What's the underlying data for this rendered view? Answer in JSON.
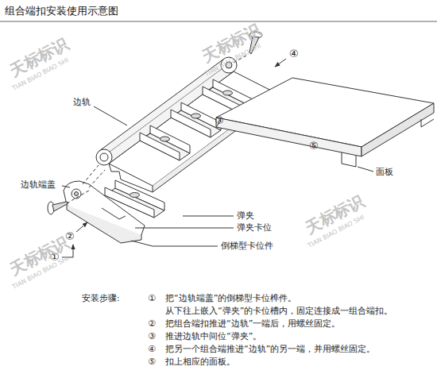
{
  "diagram": {
    "title": "组合端扣安装使用示意图",
    "labels": [
      "④",
      "边轨",
      "③",
      "⑤",
      "面板",
      "边轨端盖",
      "弹夹",
      "弹夹卡位",
      "倒梯型卡位件",
      "②",
      "①",
      "安装步骤:",
      "①",
      "把“边轨端盖”的倒梯型卡位榫件。",
      "从下往上嵌入“弹夹”的卡位槽内，固定连接成一组合端扣。",
      "②",
      "把组合端扣推进“边轨”一端后，用螺丝固定。",
      "③",
      "推进边轨中间位“弹夹”。",
      "④",
      "把另一个组合端推进“边轨”的另一端，并用螺丝固定。",
      "⑤",
      "扣上相应的面板。",
      "天标标识",
      "TIAN BIAO BIAO SHI",
      "天标标识",
      "TIAN BIAO BIAO SHI",
      "天标标识",
      "TIAN BIAO BIAO SHI",
      "天标标识",
      "TIAN BIAO BIAO SHI"
    ]
  }
}
